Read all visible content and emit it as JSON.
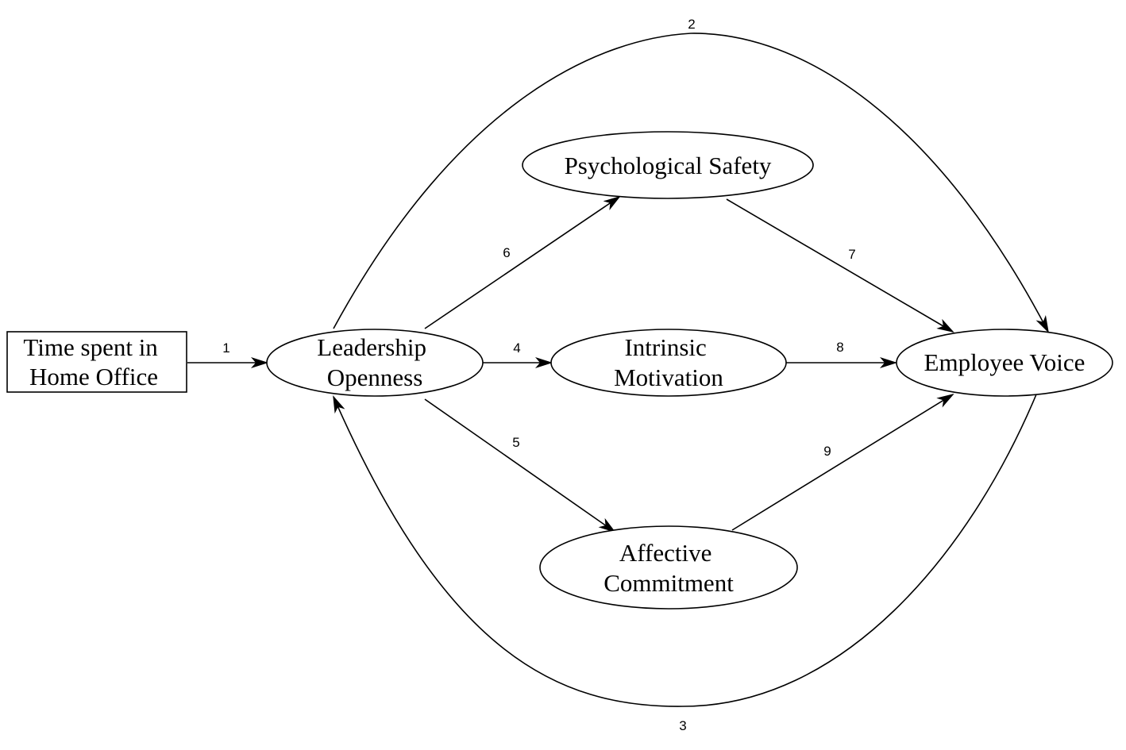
{
  "nodes": {
    "time_home_office": {
      "lines": [
        "Time spent in",
        "Home Office"
      ]
    },
    "leadership_openness": {
      "lines": [
        "Leadership",
        "Openness"
      ]
    },
    "psychological_safety": {
      "lines": [
        "Psychological Safety"
      ]
    },
    "intrinsic_motivation": {
      "lines": [
        "Intrinsic",
        "Motivation"
      ]
    },
    "affective_commitment": {
      "lines": [
        "Affective",
        "Commitment"
      ]
    },
    "employee_voice": {
      "lines": [
        "Employee Voice"
      ]
    }
  },
  "edges": [
    {
      "label": "1",
      "from": "Time spent in Home Office",
      "to": "Leadership Openness"
    },
    {
      "label": "2",
      "from": "Leadership Openness",
      "to": "Employee Voice"
    },
    {
      "label": "3",
      "from": "Employee Voice",
      "to": "Leadership Openness"
    },
    {
      "label": "4",
      "from": "Leadership Openness",
      "to": "Intrinsic Motivation"
    },
    {
      "label": "5",
      "from": "Leadership Openness",
      "to": "Affective Commitment"
    },
    {
      "label": "6",
      "from": "Leadership Openness",
      "to": "Psychological Safety"
    },
    {
      "label": "7",
      "from": "Psychological Safety",
      "to": "Employee Voice"
    },
    {
      "label": "8",
      "from": "Intrinsic Motivation",
      "to": "Employee Voice"
    },
    {
      "label": "9",
      "from": "Affective Commitment",
      "to": "Employee Voice"
    }
  ]
}
